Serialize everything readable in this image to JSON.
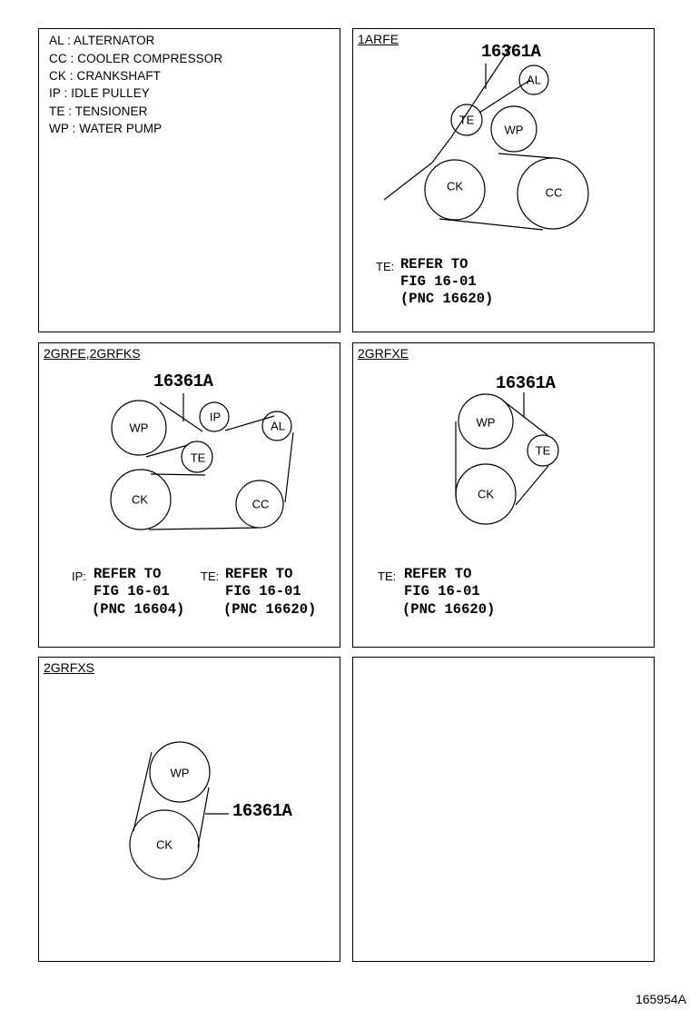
{
  "legend": {
    "items": [
      {
        "code": "AL",
        "text": "AL : ALTERNATOR"
      },
      {
        "code": "CC",
        "text": "CC : COOLER COMPRESSOR"
      },
      {
        "code": "CK",
        "text": "CK : CRANKSHAFT"
      },
      {
        "code": "IP",
        "text": "IP : IDLE PULLEY"
      },
      {
        "code": "TE",
        "text": "TE : TENSIONER"
      },
      {
        "code": "WP",
        "text": "WP : WATER PUMP"
      }
    ]
  },
  "panels": {
    "arfe": {
      "title": "1ARFE",
      "part_number": "16361A",
      "pulleys": {
        "al": "AL",
        "te": "TE",
        "wp": "WP",
        "ck": "CK",
        "cc": "CC"
      },
      "refs": [
        {
          "key": "TE:",
          "line1": "REFER TO",
          "line2": "FIG 16-01",
          "line3": "(PNC 16620)"
        }
      ]
    },
    "grfe": {
      "title": "2GRFE,2GRFKS",
      "part_number": "16361A",
      "pulleys": {
        "wp": "WP",
        "ip": "IP",
        "al": "AL",
        "te": "TE",
        "ck": "CK",
        "cc": "CC"
      },
      "refs": [
        {
          "key": "IP:",
          "line1": "REFER TO",
          "line2": "FIG 16-01",
          "line3": "(PNC 16604)"
        },
        {
          "key": "TE:",
          "line1": "REFER TO",
          "line2": "FIG 16-01",
          "line3": "(PNC 16620)"
        }
      ]
    },
    "grfxe": {
      "title": "2GRFXE",
      "part_number": "16361A",
      "pulleys": {
        "wp": "WP",
        "te": "TE",
        "ck": "CK"
      },
      "refs": [
        {
          "key": "TE:",
          "line1": "REFER TO",
          "line2": "FIG 16-01",
          "line3": "(PNC 16620)"
        }
      ]
    },
    "grfxs": {
      "title": "2GRFXS",
      "part_number": "16361A",
      "pulleys": {
        "wp": "WP",
        "ck": "CK"
      }
    }
  },
  "figure_id": "165954A"
}
